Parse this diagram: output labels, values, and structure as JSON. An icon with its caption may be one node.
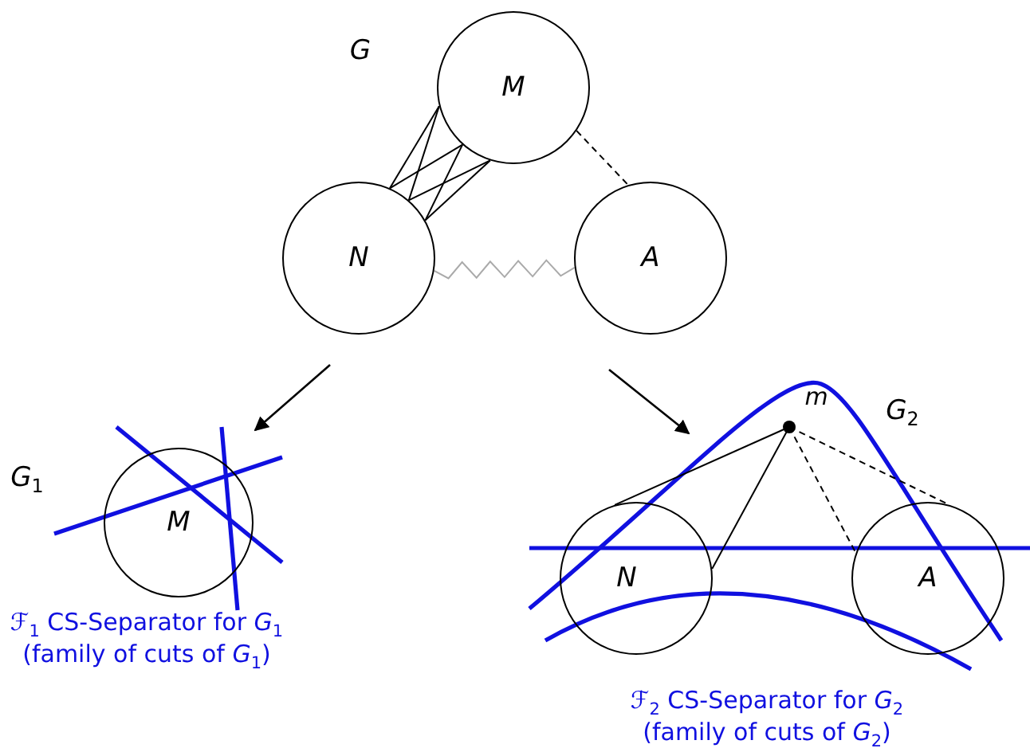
{
  "diagram": {
    "nodes": [
      {
        "text": [
          "M"
        ]
      },
      {
        "text": [
          "N"
        ]
      },
      {
        "text": [
          "A"
        ]
      },
      {
        "text": [
          "M"
        ]
      },
      {
        "text": [],
        "shape": "circle",
        "beside": [
          "m"
        ]
      },
      {
        "text": [
          "N"
        ]
      },
      {
        "text": [
          "A"
        ]
      }
    ],
    "edges": [
      {
        "from": 1,
        "to": 0,
        "arrow": "none"
      },
      {
        "from": 1,
        "to": 0,
        "arrow": "none"
      },
      {
        "from": 1,
        "to": 0,
        "arrow": "none"
      },
      {
        "from": 1,
        "to": 0,
        "arrow": "none"
      },
      {
        "from": 1,
        "to": 0,
        "arrow": "none"
      },
      {
        "from": 1,
        "to": 0,
        "arrow": "none"
      },
      {
        "from": 0,
        "to": 2,
        "arrow": "none",
        "style": "dashed"
      },
      {
        "from": 1,
        "to": 2,
        "arrow": "none",
        "color": "#aaaaaa"
      },
      {
        "from": 4,
        "to": 5,
        "arrow": "none"
      },
      {
        "from": 4,
        "to": 5,
        "arrow": "none"
      },
      {
        "from": 4,
        "to": 6,
        "arrow": "none",
        "style": "dashed"
      },
      {
        "from": 4,
        "to": 6,
        "arrow": "none",
        "style": "dashed"
      }
    ],
    "labels": [
      "G",
      "*G*$_{2}$",
      "*G*$_{1}$",
      "ℱ$_{1}$ CS-Separator for *G*$_{1}$",
      "(family of cuts of *G*$_{1}$)",
      "ℱ$_{2}$ CS-Separator for *G*$_{2}$",
      "(family of cuts of *G*$_{2}$)"
    ]
  }
}
